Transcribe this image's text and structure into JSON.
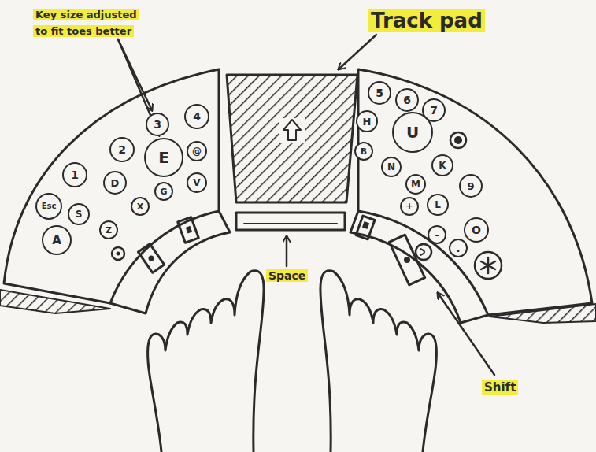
{
  "diagram": {
    "nodes": [
      {
        "text": [
          "3"
        ]
      },
      {
        "text": [
          "4"
        ]
      },
      {
        "text": [
          "2"
        ]
      },
      {
        "text": [
          "E"
        ]
      },
      {
        "text": [
          "@"
        ]
      },
      {
        "text": [
          "1"
        ]
      },
      {
        "text": [
          "D"
        ]
      },
      {
        "text": [
          "X"
        ]
      },
      {
        "text": [
          "G"
        ]
      },
      {
        "text": [
          "V"
        ]
      },
      {
        "text": [
          "Esc"
        ]
      },
      {
        "text": [
          "S"
        ]
      },
      {
        "text": [
          "Z"
        ]
      },
      {
        "text": [
          "A"
        ]
      },
      {
        "text": [
          "5"
        ]
      },
      {
        "text": [
          "6"
        ]
      },
      {
        "text": [
          "7"
        ]
      },
      {
        "text": [
          "H"
        ]
      },
      {
        "text": [
          "U"
        ]
      },
      {
        "text": [
          "B"
        ]
      },
      {
        "text": [
          "N"
        ]
      },
      {
        "text": [
          "M"
        ]
      },
      {
        "text": [
          "K"
        ]
      },
      {
        "text": [
          "9"
        ]
      },
      {
        "text": [
          "+"
        ]
      },
      {
        "text": [
          "L"
        ]
      },
      {
        "text": [
          "O"
        ]
      },
      {
        "text": [
          "-"
        ]
      },
      {
        "text": [
          "."
        ]
      }
    ],
    "labels": [
      "Key size adjusted to fit toes better",
      "Track pad",
      "Space",
      "Shift"
    ]
  }
}
